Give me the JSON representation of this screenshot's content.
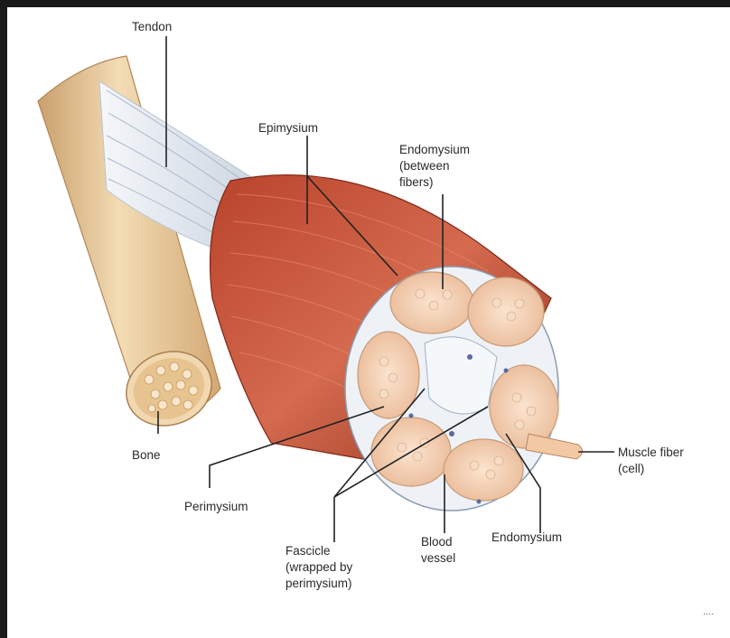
{
  "labels": {
    "tendon": "Tendon",
    "epimysium": "Epimysium",
    "endomysium_top": [
      "Endomysium",
      "(between",
      "fibers)"
    ],
    "bone": "Bone",
    "perimysium": "Perimysium",
    "fascicle": [
      "Fascicle",
      "(wrapped by",
      "perimysium)"
    ],
    "blood_vessel": [
      "Blood",
      "vessel"
    ],
    "endomysium_bottom": "Endomysium",
    "muscle_fiber": [
      "Muscle fiber",
      "(cell)"
    ]
  },
  "colors": {
    "frame": "#1a1a1a",
    "background": "#ffffff",
    "bone": "#e9c99a",
    "bone_shadow": "#c9a06c",
    "tendon": "#dfe6ee",
    "muscle": "#c8553d",
    "muscle_dark": "#9c3624",
    "fascicle_fill": "#f4cdb0",
    "sheath": "#e9eef4"
  },
  "footer": {
    "ellipsis": "...."
  }
}
